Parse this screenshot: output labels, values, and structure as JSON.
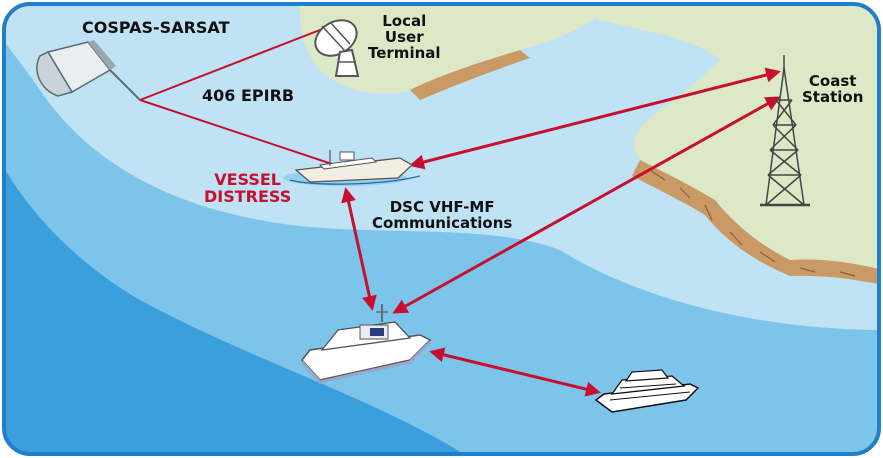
{
  "labels": {
    "cospas": "COSPAS-SARSAT",
    "epirb": "406 EPIRB",
    "lut_line1": "Local",
    "lut_line2": "User",
    "lut_line3": "Terminal",
    "coast_line1": "Coast",
    "coast_line2": "Station",
    "distress_line1": "VESSEL",
    "distress_line2": "DISTRESS",
    "dsc_line1": "DSC VHF-MF",
    "dsc_line2": "Communications"
  },
  "colors": {
    "deep_sea": "#3a9fdb",
    "mid_sea": "#7cc4ea",
    "shallow_sea": "#bfe2f5",
    "land": "#dde9c6",
    "cliff": "#c99a66",
    "arrow": "#c8102e",
    "frame": "#1f7fc8"
  }
}
